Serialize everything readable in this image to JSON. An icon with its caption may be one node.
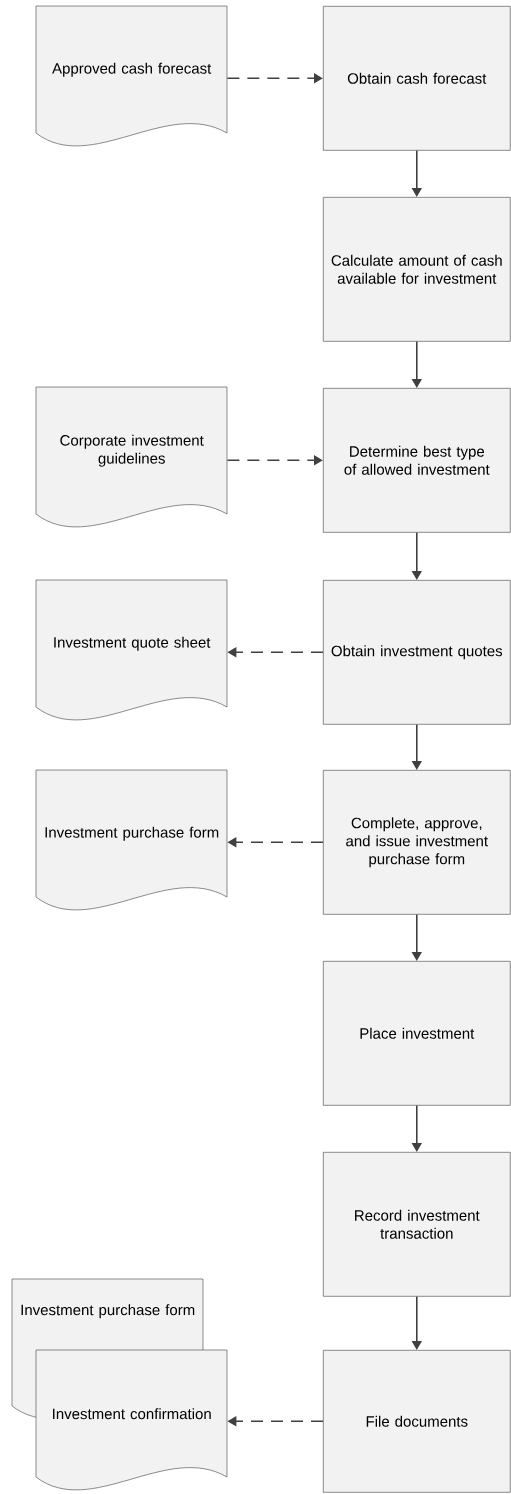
{
  "diagram": {
    "nodes": [
      {
        "text": [
          "Approved cash forecast"
        ]
      },
      {
        "text": [
          "Obtain cash forecast"
        ]
      },
      {
        "text": [
          "Calculate amount of cash available for investment"
        ]
      },
      {
        "text": [
          "Corporate investment guidelines"
        ]
      },
      {
        "text": [
          "Determine best type of allowed investment"
        ]
      },
      {
        "text": [
          "Investment quote sheet"
        ]
      },
      {
        "text": [
          "Obtain investment quotes"
        ]
      },
      {
        "text": [
          "Investment purchase form"
        ]
      },
      {
        "text": [
          "Complete, approve, and issue investment purchase form"
        ]
      },
      {
        "text": [
          "Place investment"
        ]
      },
      {
        "text": [
          "Record investment transaction"
        ]
      },
      {
        "text": [
          "Investment purchase form"
        ]
      },
      {
        "text": [
          "Investment confirmation"
        ]
      },
      {
        "text": [
          "File documents"
        ]
      }
    ],
    "edges": [
      {
        "from": 0,
        "to": 1,
        "arrow": "to",
        "style": "dashed"
      },
      {
        "from": 1,
        "to": 2,
        "arrow": "to"
      },
      {
        "from": 2,
        "to": 4,
        "arrow": "to"
      },
      {
        "from": 3,
        "to": 4,
        "arrow": "to",
        "style": "dashed"
      },
      {
        "from": 4,
        "to": 6,
        "arrow": "to"
      },
      {
        "from": 6,
        "to": 5,
        "arrow": "to",
        "style": "dashed"
      },
      {
        "from": 6,
        "to": 8,
        "arrow": "to"
      },
      {
        "from": 8,
        "to": 7,
        "arrow": "to",
        "style": "dashed"
      },
      {
        "from": 8,
        "to": 9,
        "arrow": "to"
      },
      {
        "from": 9,
        "to": 10,
        "arrow": "to"
      },
      {
        "from": 10,
        "to": 13,
        "arrow": "to"
      },
      {
        "from": 13,
        "to": 12,
        "arrow": "to",
        "style": "dashed"
      }
    ]
  }
}
